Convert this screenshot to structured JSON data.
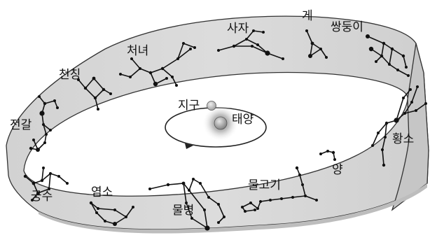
{
  "labels": {
    "earth": "지구",
    "sun": "태양"
  },
  "constellations": [
    {
      "key": "gemini",
      "name": "쌍둥이"
    },
    {
      "key": "cancer",
      "name": "게"
    },
    {
      "key": "leo",
      "name": "사자"
    },
    {
      "key": "virgo",
      "name": "처녀"
    },
    {
      "key": "libra",
      "name": "천칭"
    },
    {
      "key": "scorpius",
      "name": "전갈"
    },
    {
      "key": "sagittarius",
      "name": "궁수"
    },
    {
      "key": "capricornus",
      "name": "염소"
    },
    {
      "key": "aquarius",
      "name": "물병"
    },
    {
      "key": "pisces",
      "name": "물고기"
    },
    {
      "key": "aries",
      "name": "양"
    },
    {
      "key": "taurus",
      "name": "황소"
    }
  ]
}
